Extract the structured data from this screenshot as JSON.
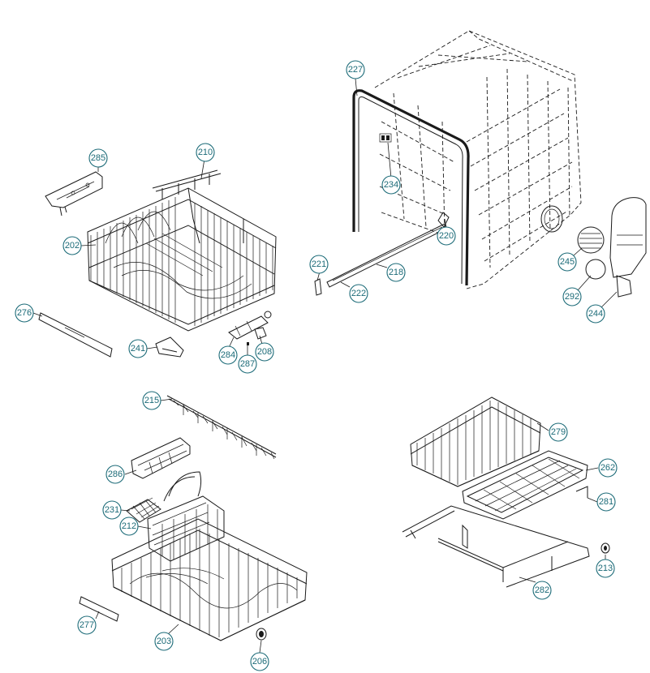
{
  "callouts": {
    "c285": "285",
    "c210": "210",
    "c202": "202",
    "c276": "276",
    "c241": "241",
    "c284": "284",
    "c287": "287",
    "c208": "208",
    "c227": "227",
    "c234": "234",
    "c220": "220",
    "c221": "221",
    "c222": "222",
    "c218": "218",
    "c245": "245",
    "c292": "292",
    "c244": "244",
    "c215": "215",
    "c286": "286",
    "c231": "231",
    "c212": "212",
    "c277": "277",
    "c203": "203",
    "c206": "206",
    "c279": "279",
    "c262": "262",
    "c281": "281",
    "c213": "213",
    "c282": "282"
  }
}
